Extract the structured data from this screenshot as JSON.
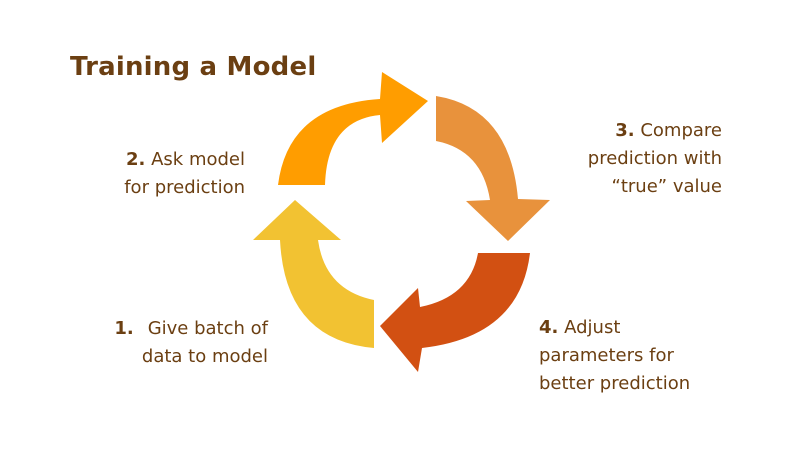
{
  "title": "Training a Model",
  "steps": [
    {
      "number": "1.",
      "lines": [
        "Give batch of",
        "data to model"
      ],
      "color": "#F2C232"
    },
    {
      "number": "2.",
      "lines": [
        "Ask model",
        "for prediction"
      ],
      "color": "#FF9D00"
    },
    {
      "number": "3.",
      "lines": [
        "Compare",
        "prediction with",
        "“true” value"
      ],
      "color": "#E8923C"
    },
    {
      "number": "4.",
      "lines": [
        "Adjust",
        "parameters for",
        "better prediction"
      ],
      "color": "#D25012"
    }
  ],
  "colors": {
    "text": "#6b3f12",
    "background": "#ffffff"
  }
}
